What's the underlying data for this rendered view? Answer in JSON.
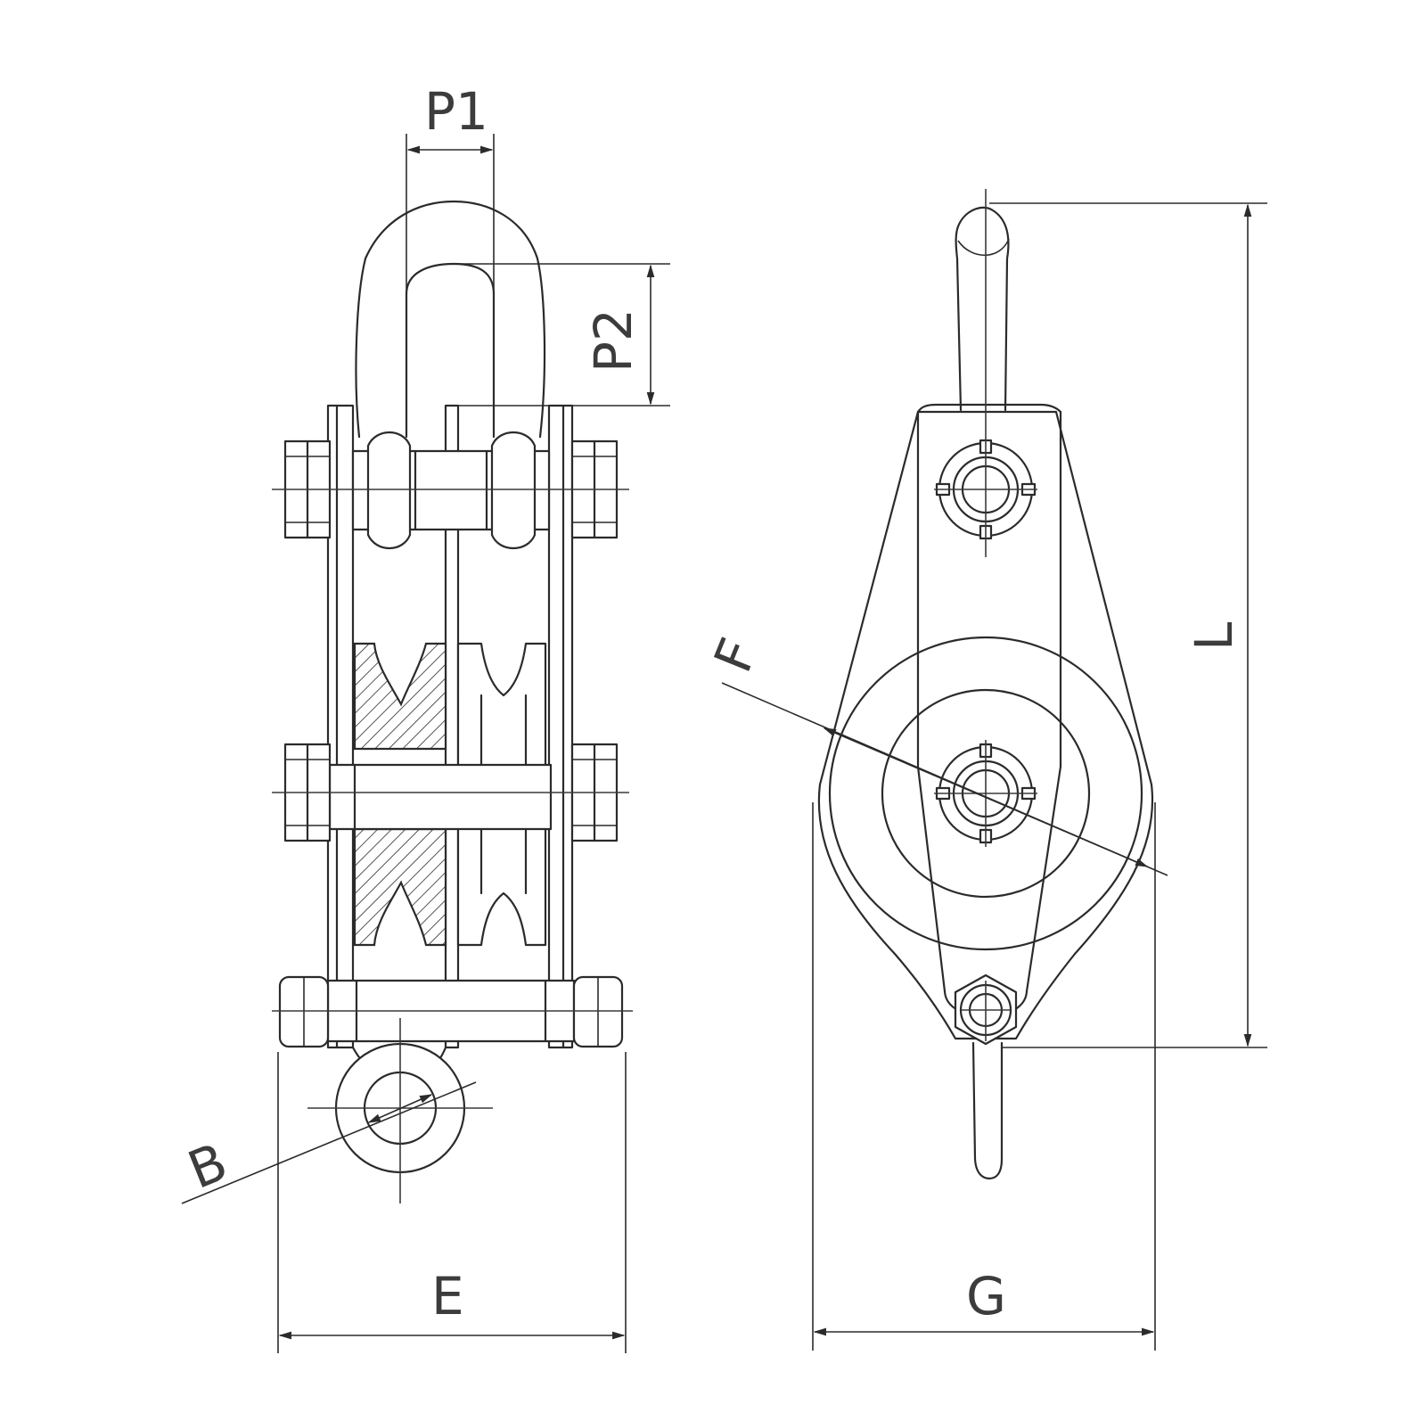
{
  "labels": {
    "p1": "P1",
    "p2": "P2",
    "b": "B",
    "e": "E",
    "f": "F",
    "g": "G",
    "l": "L"
  },
  "colors": {
    "line": "#2b2b2b",
    "background": "#ffffff"
  }
}
